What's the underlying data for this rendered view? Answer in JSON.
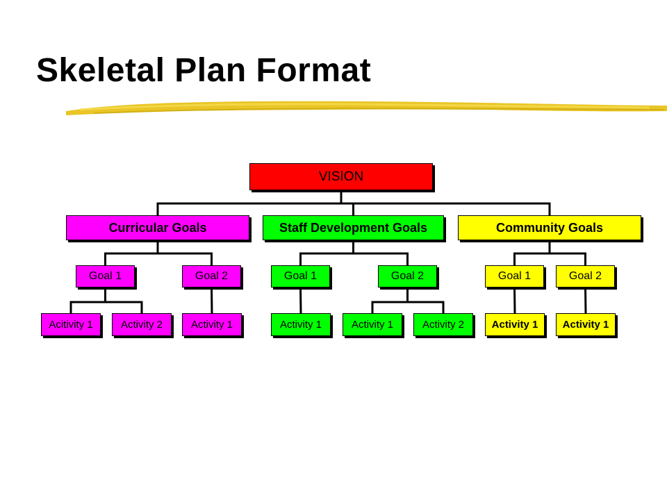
{
  "slide": {
    "title": "Skeletal Plan Format"
  },
  "colors": {
    "vision": "#ff0000",
    "curricular": "#ff00ff",
    "staff": "#00ff00",
    "community": "#ffff00",
    "underline": "#e8c21a",
    "connector": "#000000"
  },
  "diagram": {
    "vision": "VISION",
    "groups": [
      {
        "name": "Curricular Goals",
        "goals": [
          {
            "label": "Goal 1",
            "activities": [
              "Acitivity 1",
              "Activity 2"
            ]
          },
          {
            "label": "Goal 2",
            "activities": [
              "Activity 1"
            ]
          }
        ]
      },
      {
        "name": "Staff Development Goals",
        "goals": [
          {
            "label": "Goal 1",
            "activities": [
              "Activity 1"
            ]
          },
          {
            "label": "Goal 2",
            "activities": [
              "Activity 1",
              "Activity 2"
            ]
          }
        ]
      },
      {
        "name": "Community Goals",
        "goals": [
          {
            "label": "Goal 1",
            "activities": [
              "Activity 1"
            ]
          },
          {
            "label": "Goal 2",
            "activities": [
              "Activity 1"
            ]
          }
        ]
      }
    ]
  }
}
